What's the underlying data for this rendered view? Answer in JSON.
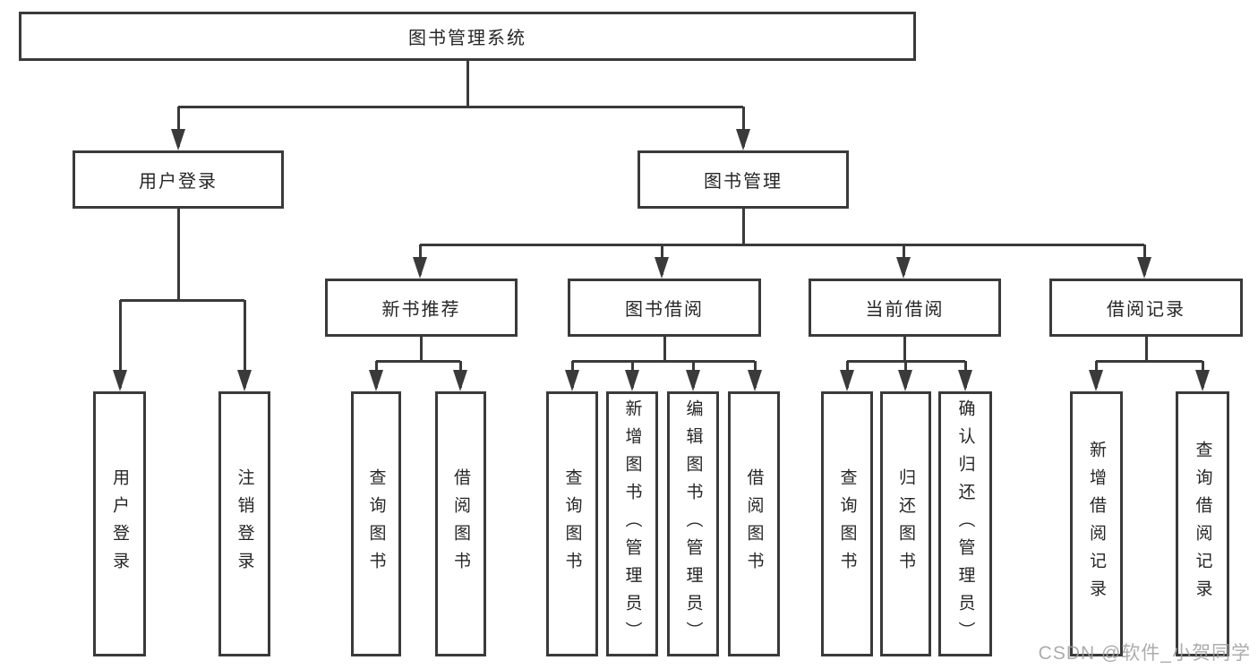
{
  "diagram": {
    "title": "图书管理系统",
    "watermark": "CSDN @软件_小贺同学",
    "colors": {
      "line": "#3a3a3a",
      "text": "#262626",
      "background": "#ffffff",
      "watermark": "#9e9e9e"
    },
    "nodes": [
      {
        "id": "root",
        "label": "图书管理系统",
        "parent": null,
        "orientation": "horizontal"
      },
      {
        "id": "user-login",
        "label": "用户登录",
        "parent": "root",
        "orientation": "horizontal"
      },
      {
        "id": "book-management",
        "label": "图书管理",
        "parent": "root",
        "orientation": "horizontal"
      },
      {
        "id": "new-book-recommend",
        "label": "新书推荐",
        "parent": "book-management",
        "orientation": "horizontal"
      },
      {
        "id": "book-borrow",
        "label": "图书借阅",
        "parent": "book-management",
        "orientation": "horizontal"
      },
      {
        "id": "current-borrow",
        "label": "当前借阅",
        "parent": "book-management",
        "orientation": "horizontal"
      },
      {
        "id": "borrow-records",
        "label": "借阅记录",
        "parent": "book-management",
        "orientation": "horizontal"
      },
      {
        "id": "user-login-action",
        "label": "用户登录",
        "parent": "user-login",
        "orientation": "vertical"
      },
      {
        "id": "logout-action",
        "label": "注销登录",
        "parent": "user-login",
        "orientation": "vertical"
      },
      {
        "id": "query-books-1",
        "label": "查询图书",
        "parent": "new-book-recommend",
        "orientation": "vertical"
      },
      {
        "id": "borrow-books-1",
        "label": "借阅图书",
        "parent": "new-book-recommend",
        "orientation": "vertical"
      },
      {
        "id": "query-books-2",
        "label": "查询图书",
        "parent": "book-borrow",
        "orientation": "vertical"
      },
      {
        "id": "add-books-admin",
        "label": "新增图书（管理员）",
        "parent": "book-borrow",
        "orientation": "vertical"
      },
      {
        "id": "edit-books-admin",
        "label": "编辑图书（管理员）",
        "parent": "book-borrow",
        "orientation": "vertical"
      },
      {
        "id": "borrow-books-2",
        "label": "借阅图书",
        "parent": "book-borrow",
        "orientation": "vertical"
      },
      {
        "id": "query-books-3",
        "label": "查询图书",
        "parent": "current-borrow",
        "orientation": "vertical"
      },
      {
        "id": "return-books",
        "label": "归还图书",
        "parent": "current-borrow",
        "orientation": "vertical"
      },
      {
        "id": "confirm-return-admin",
        "label": "确认归还（管理员）",
        "parent": "current-borrow",
        "orientation": "vertical"
      },
      {
        "id": "add-borrow-record",
        "label": "新增借阅记录",
        "parent": "borrow-records",
        "orientation": "vertical"
      },
      {
        "id": "query-borrow-record",
        "label": "查询借阅记录",
        "parent": "borrow-records",
        "orientation": "vertical"
      }
    ]
  }
}
